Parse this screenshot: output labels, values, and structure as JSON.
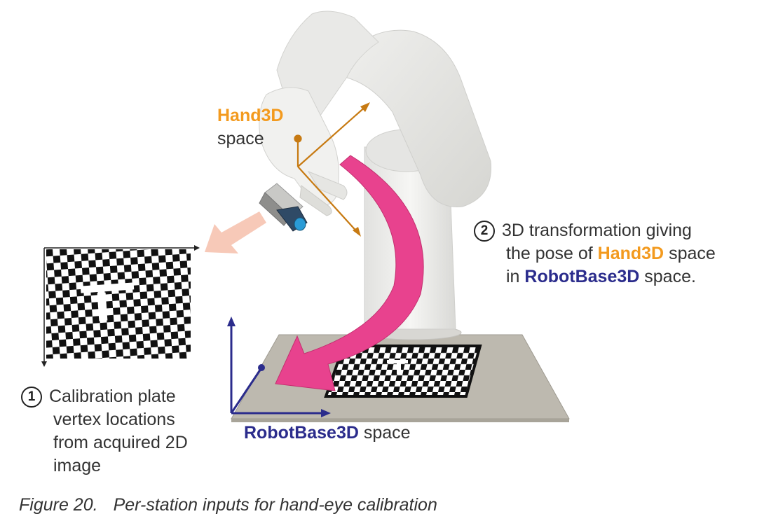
{
  "hand_label": {
    "name": "Hand3D",
    "suffix": "space"
  },
  "step2": {
    "number": "2",
    "line1": "3D transformation giving",
    "line2_pre": "the pose of ",
    "line2_hl": "Hand3D",
    "line2_post": " space",
    "line3_pre": "in ",
    "line3_hl": "RobotBase3D",
    "line3_post": " space."
  },
  "step1": {
    "number": "1",
    "lines": [
      "Calibration plate",
      "vertex locations",
      "from acquired 2D",
      "image"
    ]
  },
  "base_label": {
    "name": "RobotBase3D",
    "suffix": "space"
  },
  "caption": {
    "number": "Figure 20.",
    "text": "Per-station inputs for hand-eye calibration"
  },
  "colors": {
    "hand": "#F39A1E",
    "robot_base": "#2B2C8C",
    "transform_arrow": "#E8428E",
    "camera_view_arrow": "#F7C9B8",
    "hand_axes": "#C77A12",
    "table": "#BDB9AF"
  },
  "icons": [
    "robot-arm-icon",
    "camera-icon",
    "checkerboard-icon"
  ]
}
